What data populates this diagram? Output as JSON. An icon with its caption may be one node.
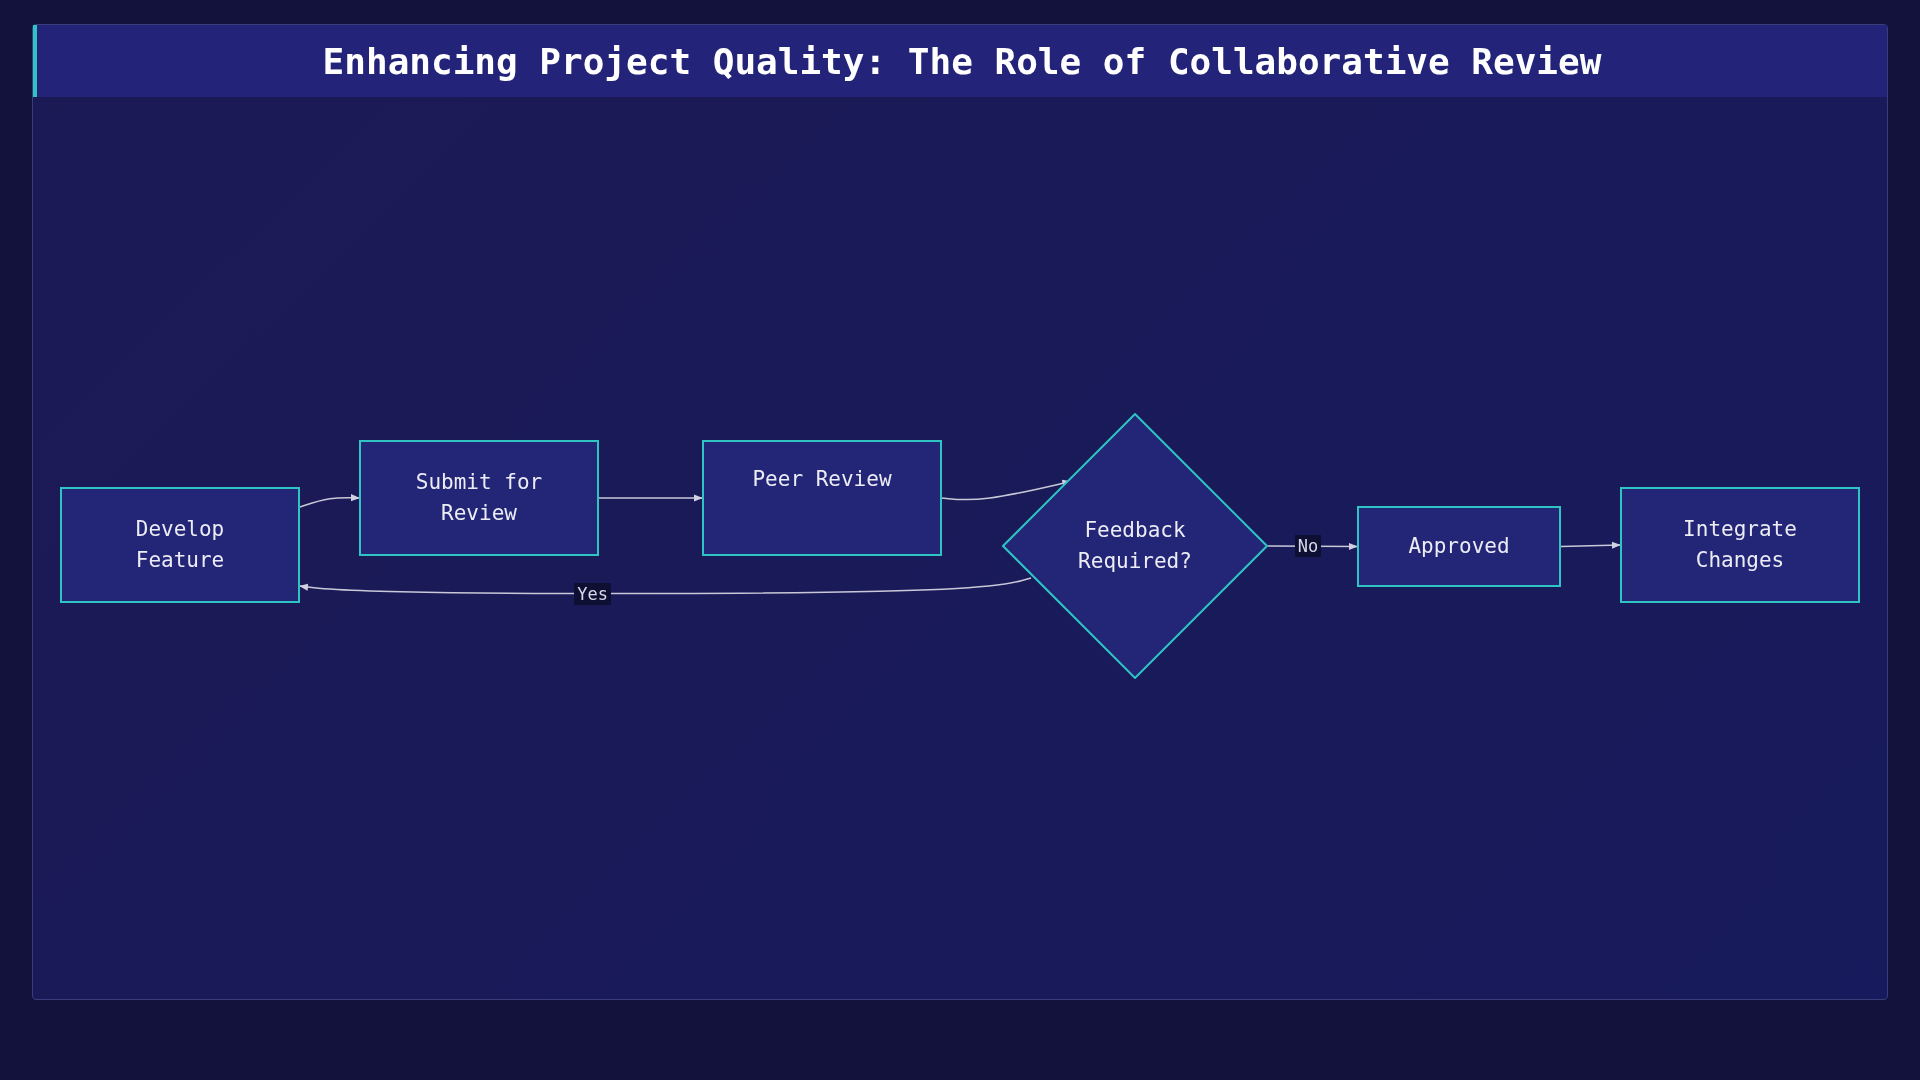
{
  "diagram": {
    "title": "Enhancing Project Quality: The Role of Collaborative Review",
    "nodes": [
      {
        "text": [
          "Develop Feature"
        ]
      },
      {
        "text": [
          "Submit for Review"
        ]
      },
      {
        "text": [
          "Peer Review"
        ]
      },
      {
        "text": [
          "Feedback Required?"
        ]
      },
      {
        "text": [
          "Approved"
        ]
      },
      {
        "text": [
          "Integrate Changes"
        ]
      }
    ],
    "edges": [
      {
        "from": 0,
        "to": 1,
        "arrow": "to"
      },
      {
        "from": 1,
        "to": 2,
        "arrow": "to"
      },
      {
        "from": 2,
        "to": 3,
        "arrow": "to"
      },
      {
        "from": 3,
        "to": 0,
        "arrow": "to",
        "label": "Yes"
      },
      {
        "from": 3,
        "to": 4,
        "arrow": "to",
        "label": "No"
      },
      {
        "from": 4,
        "to": 5,
        "arrow": "to"
      }
    ]
  }
}
